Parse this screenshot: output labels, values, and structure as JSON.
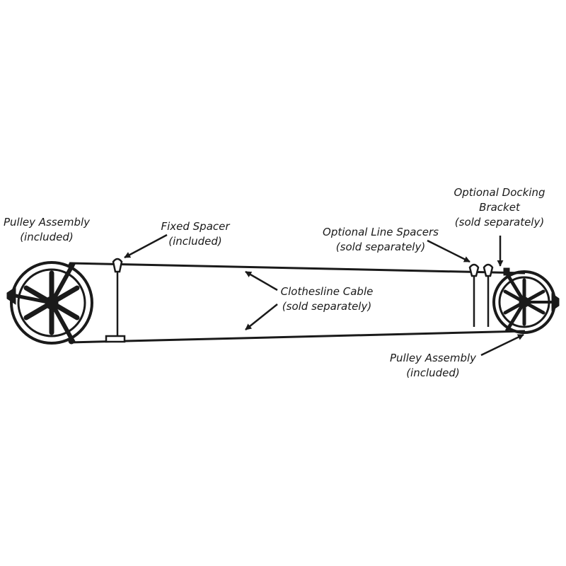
{
  "labels": {
    "pulley_left": [
      "Pulley Assembly",
      "(included)"
    ],
    "fixed_spacer": [
      "Fixed Spacer",
      "(included)"
    ],
    "clothesline_cable": [
      "Clothesline Cable",
      "(sold separately)"
    ],
    "line_spacers": [
      "Optional Line Spacers",
      "(sold separately)"
    ],
    "docking_bracket": [
      "Optional Docking",
      "Bracket",
      "(sold separately)"
    ],
    "pulley_right": [
      "Pulley Assembly",
      "(included)"
    ]
  },
  "colors": {
    "ink": "#1a1a1a",
    "background": "#ffffff"
  }
}
